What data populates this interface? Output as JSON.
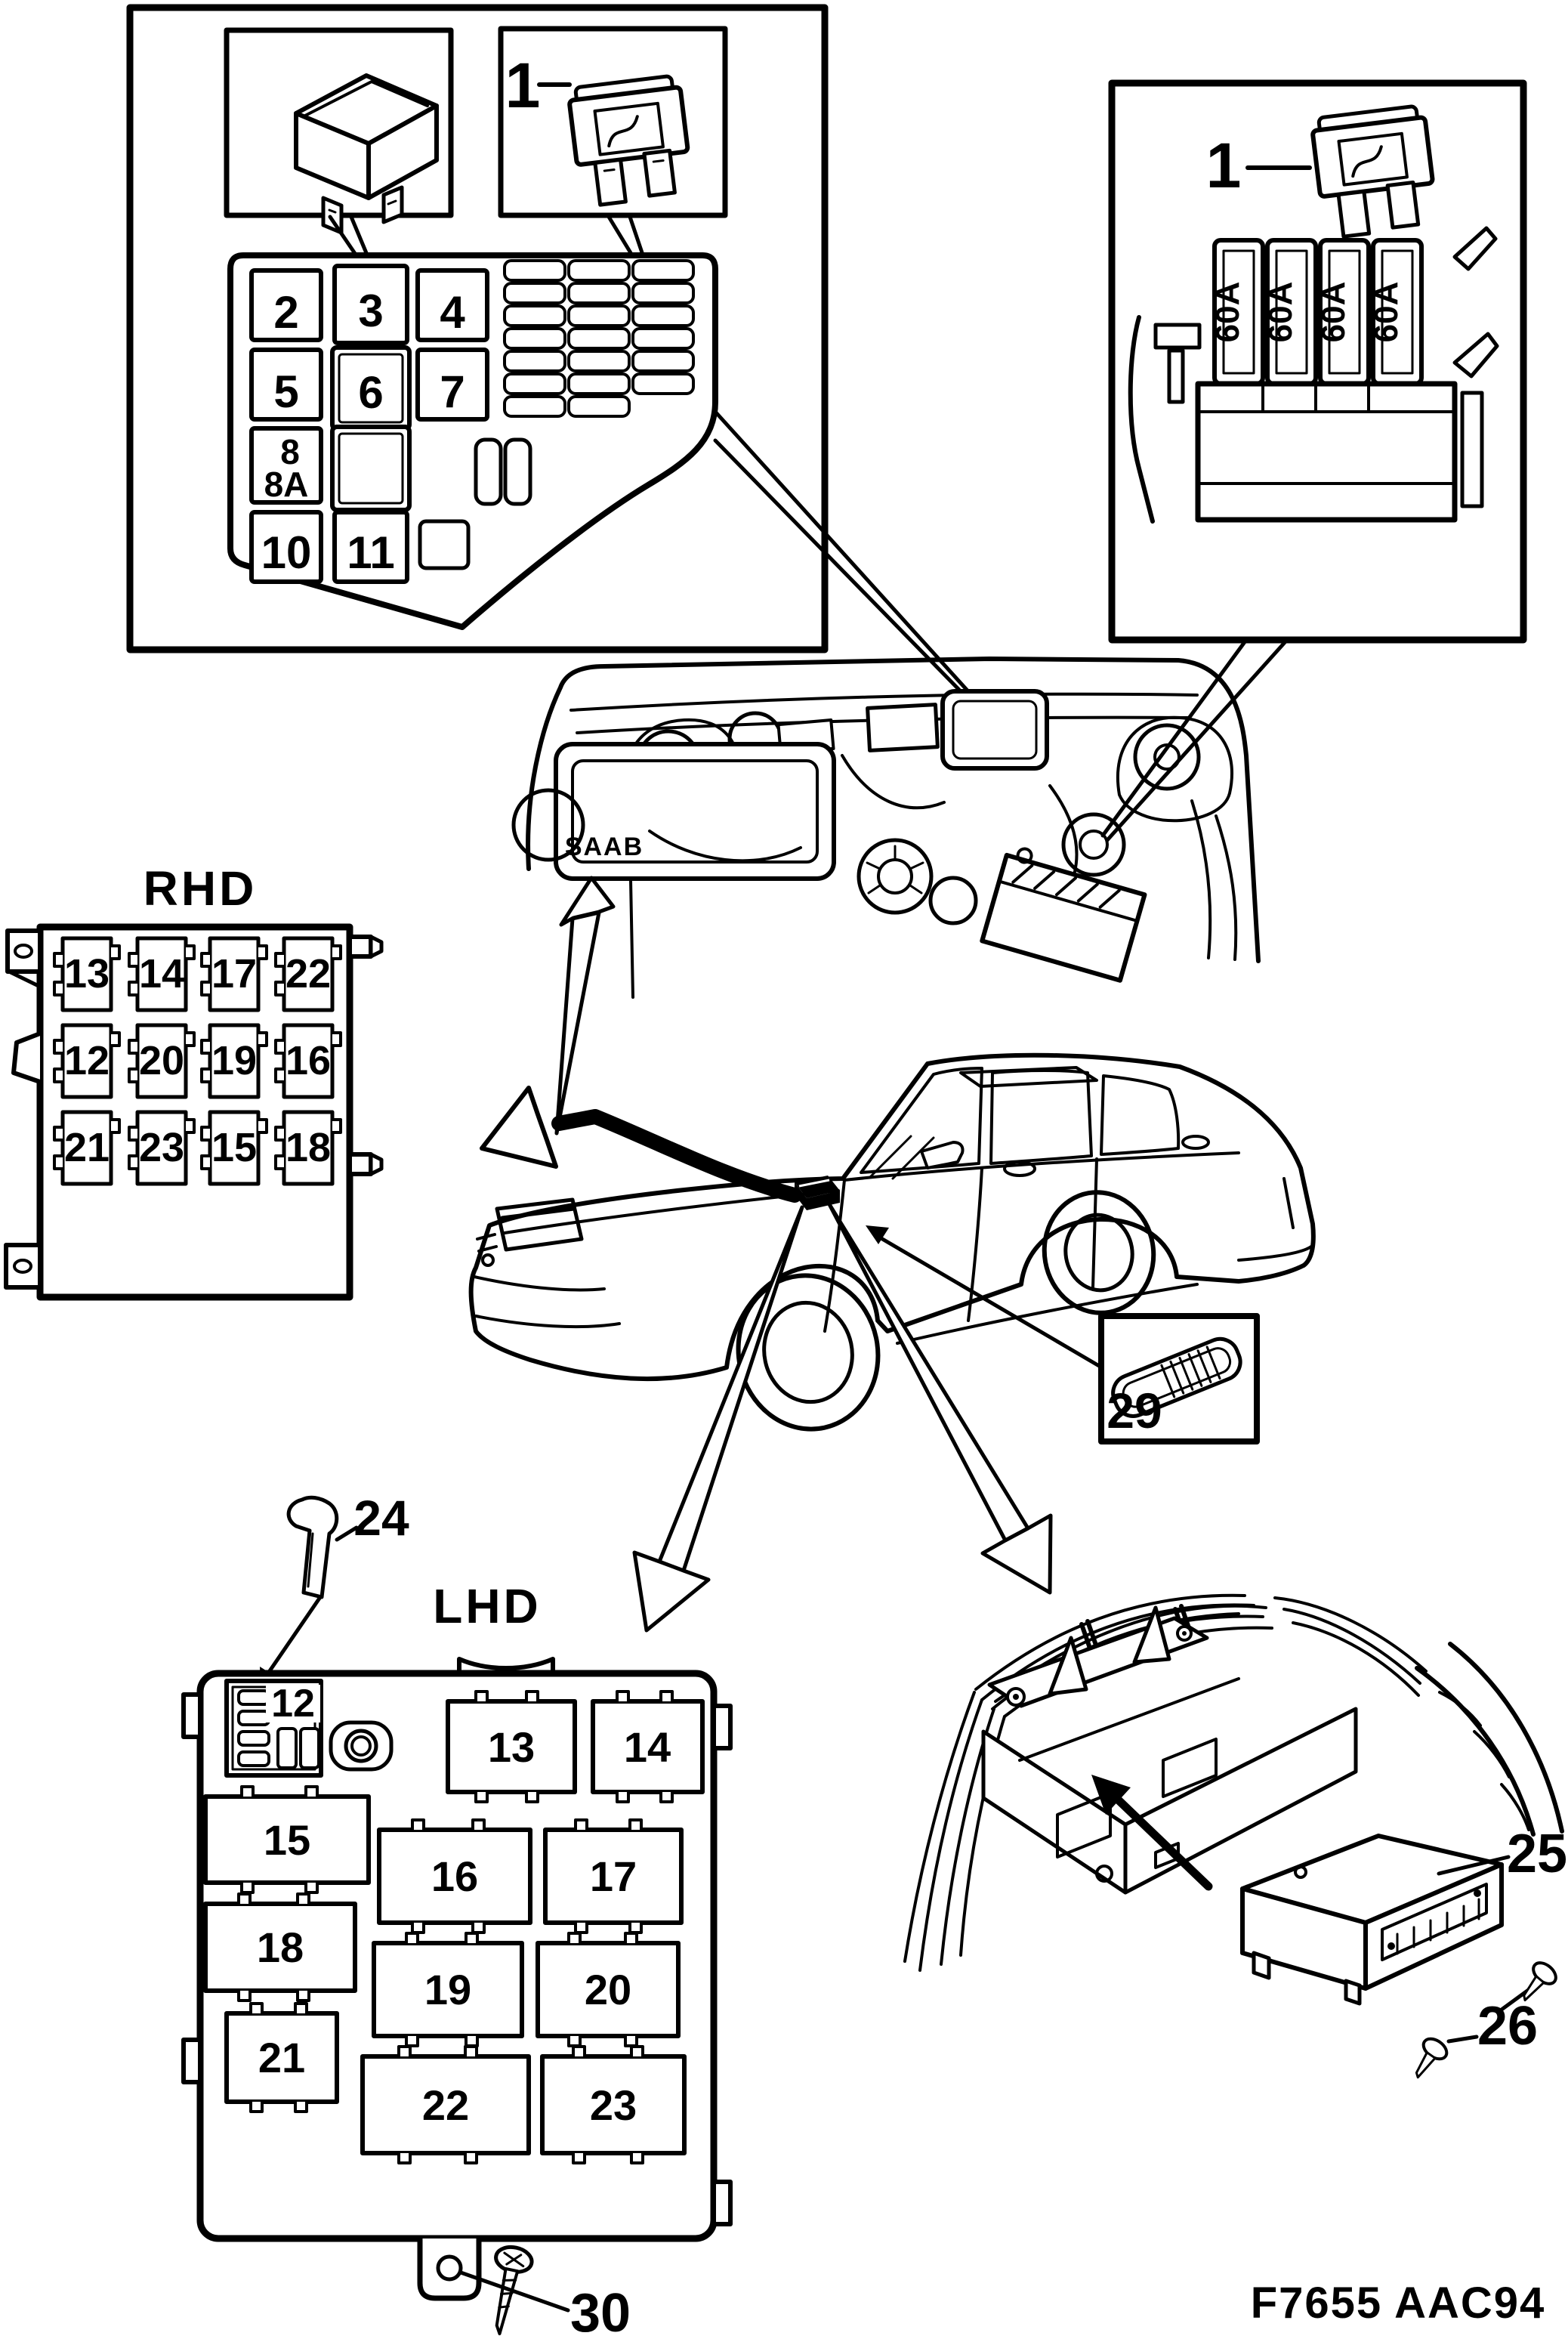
{
  "colors": {
    "ink": "#000000",
    "paper": "#ffffff"
  },
  "figure_code": "F7655 AAC94",
  "engine_bay": {
    "brand": "SAAB"
  },
  "inset_left": {
    "fuse_callout": "1",
    "slots": {
      "r1": [
        "2",
        "3",
        "4"
      ],
      "r2": [
        "5",
        "6",
        "7"
      ],
      "s8": "8",
      "s8a": "8A",
      "r4": [
        "10",
        "11"
      ]
    }
  },
  "inset_right": {
    "fuse_callout": "1",
    "maxi_fuses": [
      "60A",
      "60A",
      "60A",
      "60A"
    ]
  },
  "rhd": {
    "title": "RHD",
    "rows": [
      [
        "13",
        "14",
        "17",
        "22"
      ],
      [
        "12",
        "20",
        "19",
        "16"
      ],
      [
        "21",
        "23",
        "15",
        "18"
      ]
    ]
  },
  "lhd": {
    "title": "LHD",
    "connector": "12",
    "r1": [
      "13",
      "14"
    ],
    "l2": "15",
    "r2": [
      "16",
      "17"
    ],
    "l3": "18",
    "r3": [
      "19",
      "20"
    ],
    "l4": "21",
    "r4": [
      "22",
      "23"
    ]
  },
  "callouts": {
    "clip": "24",
    "ecu": "25",
    "ecu_screws": "26",
    "door_trim": "29",
    "box_screw": "30"
  }
}
